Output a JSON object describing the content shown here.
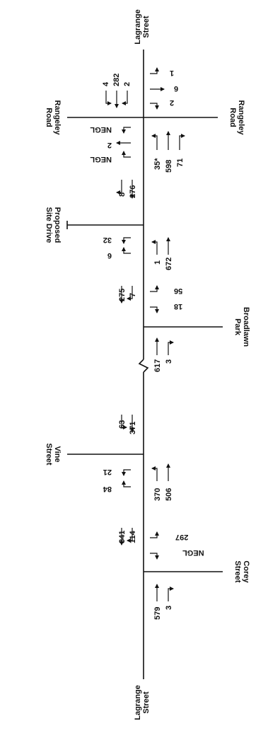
{
  "streets": {
    "lagrange_top": [
      "Lagrange",
      "Street"
    ],
    "lagrange_bottom": [
      "Lagrange",
      "Street"
    ],
    "rangeley_left": [
      "Rangeley",
      "Road"
    ],
    "rangeley_right": [
      "Rangeley",
      "Road"
    ],
    "proposed_site": [
      "Proposed",
      "Site Drive"
    ],
    "broadlawn": [
      "Broadlawn",
      "Park"
    ],
    "vine": [
      "Vine",
      "Street"
    ],
    "corey": [
      "Corey",
      "Street"
    ]
  },
  "volumes": {
    "rangeley_sb_left": "4",
    "rangeley_sb_thru": "282",
    "rangeley_sb_right": "2",
    "rangeley_eb_left": "NEGL",
    "rangeley_eb_thru": "2",
    "rangeley_eb_right": "NEGL",
    "rangeley_wb_left": "1",
    "rangeley_wb_thru": "6",
    "rangeley_wb_right": "2",
    "rangeley_nb_left": "35*",
    "rangeley_nb_thru": "598",
    "rangeley_nb_right": "71",
    "site_sb_right": "8",
    "site_sb_thru": "276",
    "site_out_left": "32",
    "site_out_right": "6",
    "site_nb_left": "1",
    "site_nb_thru": "672",
    "broad_sb_thru": "275",
    "broad_sb_right": "7",
    "broad_wb_left": "56",
    "broad_wb_right": "18",
    "broad_nb_thru": "617",
    "broad_nb_right": "3",
    "vine_sb_left": "63",
    "vine_sb_thru": "371",
    "vine_eb_left": "21",
    "vine_eb_right": "84",
    "vine_nb_left": "370",
    "vine_nb_thru": "506",
    "corey_sb_thru": "341",
    "corey_sb_right": "114",
    "corey_wb_left": "297",
    "corey_wb_right": "NEGL",
    "corey_nb_thru": "579",
    "corey_nb_right": "3"
  }
}
